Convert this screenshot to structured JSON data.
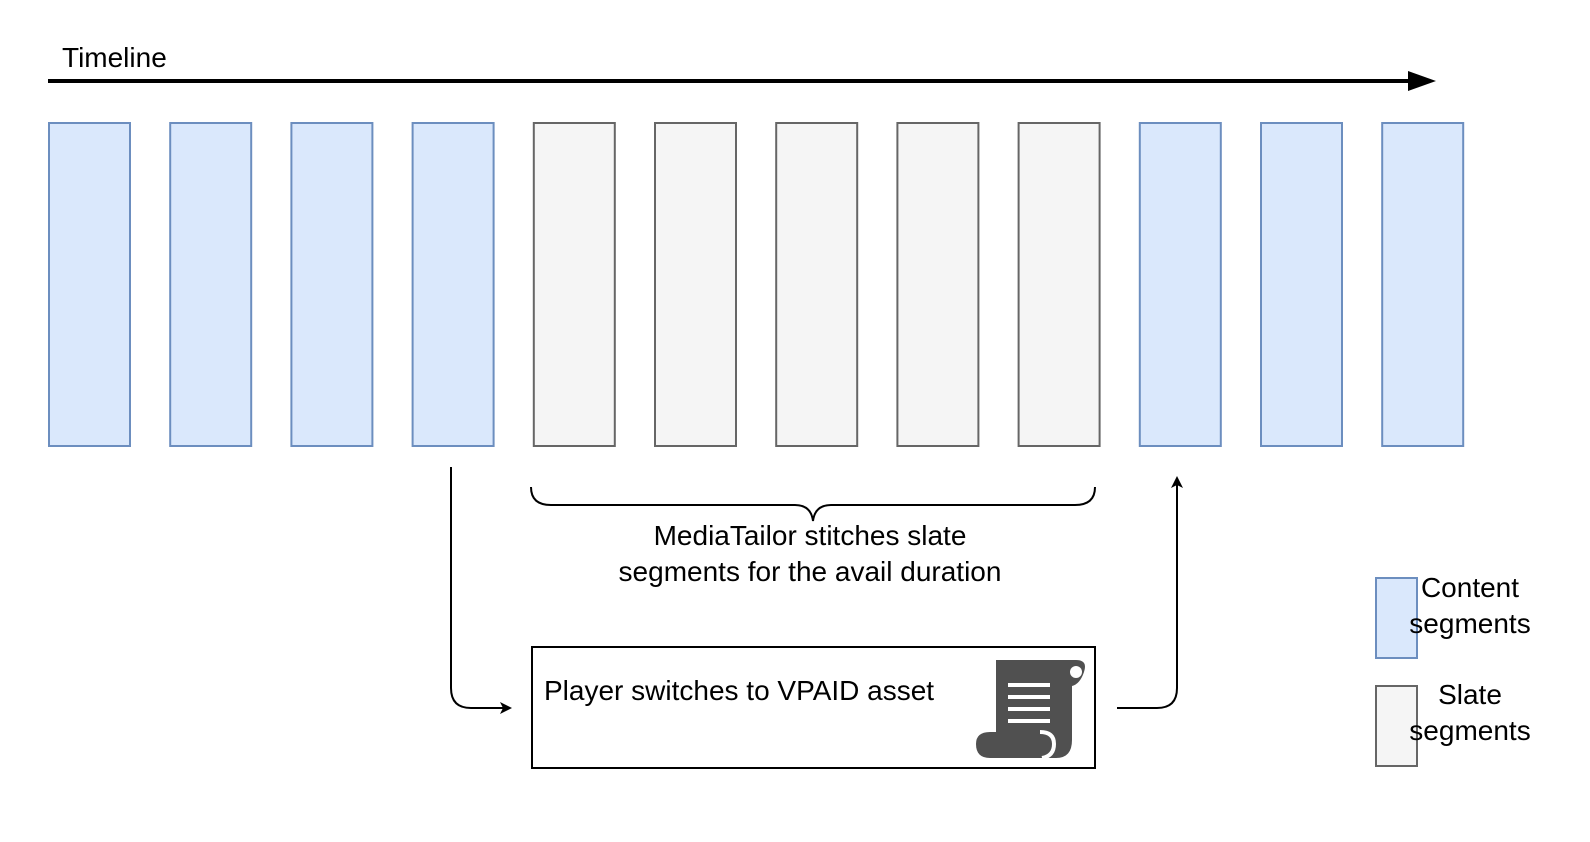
{
  "timeline": {
    "label": "Timeline"
  },
  "segments": [
    "content",
    "content",
    "content",
    "content",
    "slate",
    "slate",
    "slate",
    "slate",
    "slate",
    "content",
    "content",
    "content"
  ],
  "caption": {
    "line1": "MediaTailor stitches slate",
    "line2": "segments for the avail duration"
  },
  "vpaid_box": {
    "label": "Player switches to VPAID asset",
    "icon": "script-scroll-icon"
  },
  "legend": {
    "content": {
      "line1": "Content",
      "line2": "segments"
    },
    "slate": {
      "line1": "Slate",
      "line2": "segments"
    }
  },
  "colors": {
    "content_fill": "#dae8fc",
    "content_stroke": "#6c8ebf",
    "slate_fill": "#f5f5f5",
    "slate_stroke": "#666666",
    "icon_fill": "#505050"
  }
}
